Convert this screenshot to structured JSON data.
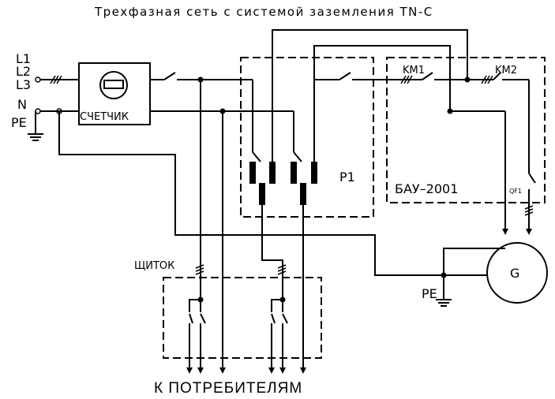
{
  "title": "Трехфазная сеть с системой заземления TN-C",
  "labels": {
    "l1": "L1",
    "l2": "L2",
    "l3": "L3",
    "n": "N",
    "pe_left": "PE",
    "meter": "СЧЕТЧИК",
    "km1": "KM1",
    "km2": "KM2",
    "p1": "P1",
    "bau": "БАУ–2001",
    "qf1": "QF1",
    "generator": "G",
    "pe_right": "PE",
    "panel": "ЩИТОК",
    "consumers": "К ПОТРЕБИТЕЛЯМ"
  }
}
